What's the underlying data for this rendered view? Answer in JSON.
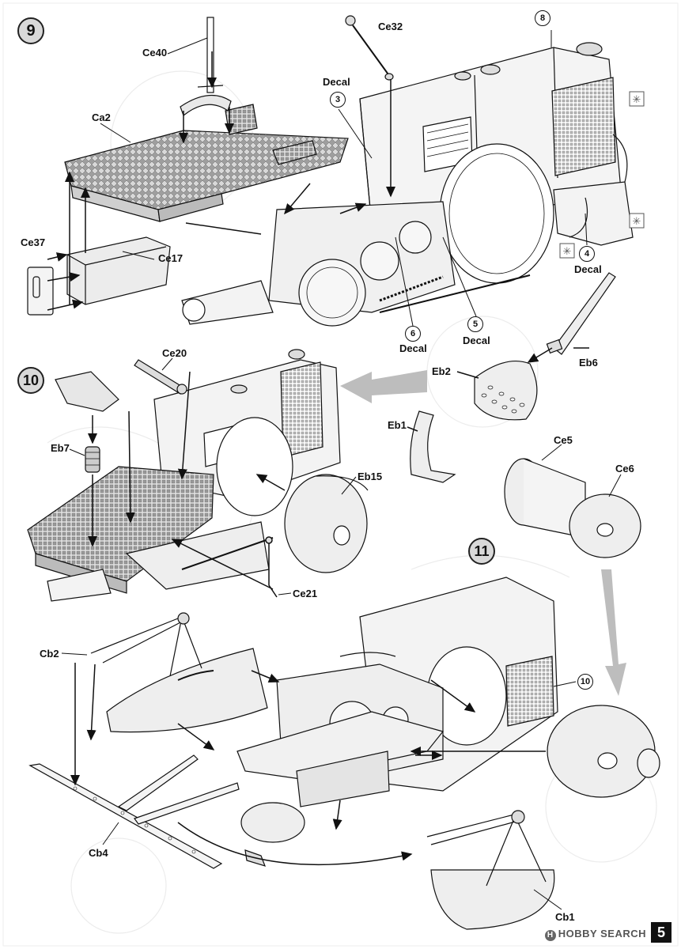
{
  "steps": [
    {
      "number": "9"
    },
    {
      "number": "10"
    },
    {
      "number": "11"
    }
  ],
  "step9_labels": {
    "ce40": "Ce40",
    "ce32": "Ce32",
    "decal_top": "Decal",
    "ca2": "Ca2",
    "ce37": "Ce37",
    "ce17": "Ce17",
    "decal_right": "Decal",
    "decal_6": "Decal",
    "decal_5": "Decal"
  },
  "step9_callouts": {
    "c8": "8",
    "c3": "3",
    "c4": "4",
    "c6": "6",
    "c5": "5"
  },
  "step10_labels": {
    "ce20": "Ce20",
    "eb7": "Eb7",
    "eb15": "Eb15",
    "ce21": "Ce21",
    "eb2": "Eb2",
    "eb6": "Eb6",
    "eb1": "Eb1",
    "ce5": "Ce5",
    "ce6": "Ce6"
  },
  "step11_labels": {
    "cb2": "Cb2",
    "cb4": "Cb4",
    "cb1": "Cb1"
  },
  "step11_callouts": {
    "c10": "10"
  },
  "footer": {
    "page_number": "5",
    "watermark": "HOBBY SEARCH"
  }
}
